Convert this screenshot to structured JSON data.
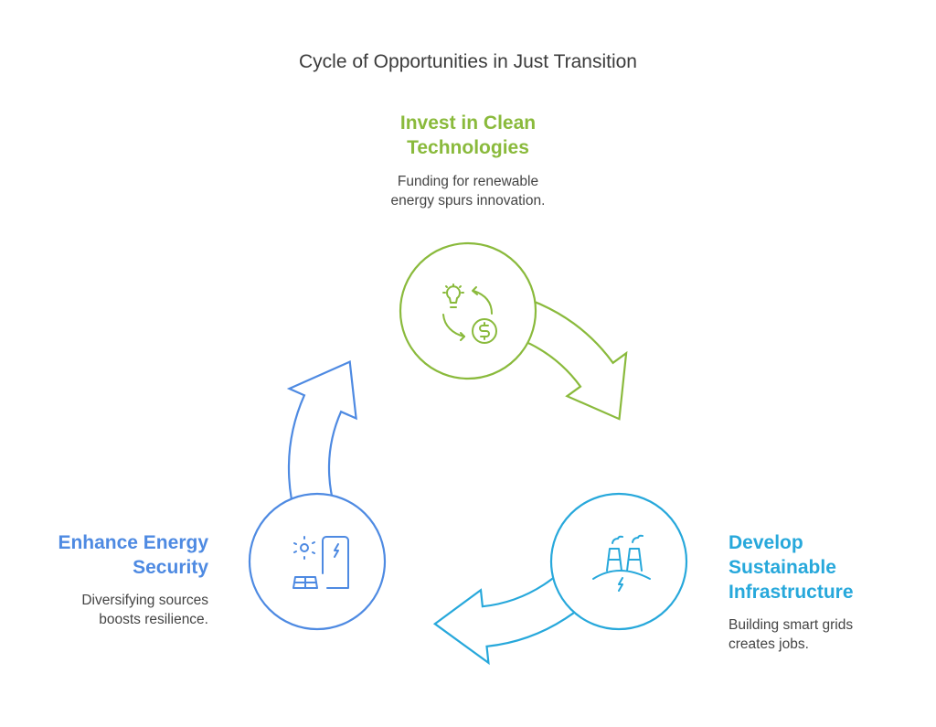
{
  "title": "Cycle of Opportunities in Just Transition",
  "colors": {
    "green": "#8aba3c",
    "cyan": "#27a8db",
    "blue": "#4e8ae2",
    "text": "#444444"
  },
  "stages": [
    {
      "id": "invest",
      "heading_lines": [
        "Invest in Clean",
        "Technologies"
      ],
      "description_lines": [
        "Funding for renewable",
        "energy spurs innovation."
      ],
      "icon": "lightbulb-money-cycle-icon",
      "color": "#8aba3c"
    },
    {
      "id": "infrastructure",
      "heading_lines": [
        "Develop",
        "Sustainable",
        "Infrastructure"
      ],
      "description_lines": [
        "Building smart grids",
        "creates jobs."
      ],
      "icon": "power-plant-icon",
      "color": "#27a8db"
    },
    {
      "id": "security",
      "heading_lines": [
        "Enhance Energy",
        "Security"
      ],
      "description_lines": [
        "Diversifying sources",
        "boosts resilience."
      ],
      "icon": "solar-battery-icon",
      "color": "#4e8ae2"
    }
  ]
}
